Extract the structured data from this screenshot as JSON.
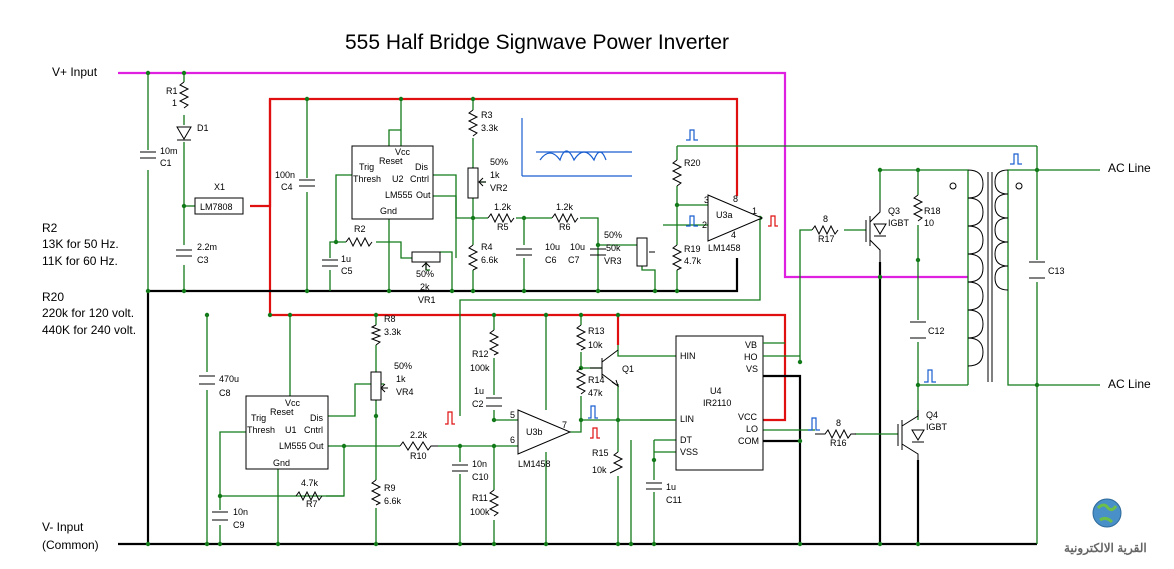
{
  "title": "555 Half Bridge Signwave Power Inverter",
  "rails": {
    "vplus": "V+ Input",
    "vminus": "V- Input",
    "common": "(Common)",
    "ac_top": "AC Line",
    "ac_bottom": "AC Line"
  },
  "notes": {
    "r2_head": "R2",
    "r2_l1": "13K for 50 Hz.",
    "r2_l2": "11K for 60 Hz.",
    "r20_head": "R20",
    "r20_l1": "220k for 120 volt.",
    "r20_l2": "440K for 240 volt."
  },
  "labels": {
    "R1": "R1",
    "R1v": "1",
    "D1": "D1",
    "C1": "C1",
    "C1v": "10m",
    "X1": "X1",
    "X1v": "LM7808",
    "C3": "C3",
    "C3v": "2.2m",
    "C4": "C4",
    "C4v": "100n",
    "R2": "R2",
    "C5": "C5",
    "C5v": "1u",
    "VR1": "VR1",
    "VR1p": "50%",
    "VR1v": "2k",
    "U2vcc": "Vcc",
    "U2reset": "Reset",
    "U2trig": "Trig",
    "U2thresh": "Thresh",
    "U2name": "U2",
    "U2dis": "Dis",
    "U2cntrl": "Cntrl",
    "U2model": "LM555",
    "U2out": "Out",
    "U2gnd": "Gnd",
    "R3": "R3",
    "R3v": "3.3k",
    "VR2": "VR2",
    "VR2p": "50%",
    "VR2v": "1k",
    "R4": "R4",
    "R4v": "6.6k",
    "R5": "R5",
    "R5v": "1.2k",
    "R6": "R6",
    "R6v": "1.2k",
    "C6": "C6",
    "C6v": "10u",
    "C7": "C7",
    "C7v": "10u",
    "VR3": "VR3",
    "VR3p": "50%",
    "VR3v": "50k",
    "R20": "R20",
    "R19": "R19",
    "R19v": "4.7k",
    "U3a": "U3a",
    "U3apin3": "3",
    "U3apin2": "2",
    "U3apin8": "8",
    "U3apin4": "4",
    "U3apin1": "1",
    "U3amodel": "LM1458",
    "R17": "R17",
    "R17v": "8",
    "Q3": "Q3",
    "Q3t": "IGBT",
    "R18": "R18",
    "R18v": "10",
    "C13": "C13",
    "C12": "C12",
    "Q4": "Q4",
    "Q4t": "IGBT",
    "R16": "R16",
    "R16v": "8",
    "C8": "C8",
    "C8v": "470u",
    "R8": "R8",
    "R8v": "3.3k",
    "VR4": "VR4",
    "VR4p": "50%",
    "VR4v": "1k",
    "U1vcc": "Vcc",
    "U1reset": "Reset",
    "U1trig": "Trig",
    "U1thresh": "Thresh",
    "U1name": "U1",
    "U1dis": "Dis",
    "U1cntrl": "Cntrl",
    "U1model": "LM555",
    "U1out": "Out",
    "U1gnd": "Gnd",
    "C9": "C9",
    "C9v": "10n",
    "R7": "R7",
    "R7v": "4.7k",
    "R9": "R9",
    "R9v": "6.6k",
    "R10": "R10",
    "R10v": "2.2k",
    "R12": "R12",
    "R12v": "100k",
    "C2": "C2",
    "C2v": "1u",
    "C10": "C10",
    "C10v": "10n",
    "R11": "R11",
    "R11v": "100k",
    "U3b": "U3b",
    "U3bpin5": "5",
    "U3bpin6": "6",
    "U3bpin7": "7",
    "U3bmodel": "LM1458",
    "R13": "R13",
    "R13v": "10k",
    "R14": "R14",
    "R14v": "47k",
    "Q1": "Q1",
    "R15": "R15",
    "R15v": "10k",
    "C11": "C11",
    "C11v": "1u",
    "U4": "U4",
    "U4model": "IR2110",
    "U4hin": "HIN",
    "U4lin": "LIN",
    "U4dt": "DT",
    "U4vss": "VSS",
    "U4vb": "VB",
    "U4ho": "HO",
    "U4vs": "VS",
    "U4vcc": "VCC",
    "U4lo": "LO",
    "U4com": "COM"
  },
  "logo": {
    "text": "القرية الالكترونية"
  },
  "colors": {
    "power_wire": "#e01010",
    "ground_wire": "#000000",
    "signal_wire": "#137a1a",
    "dc_input_wire": "#e020e0",
    "waveform": "#1a5fd0"
  }
}
